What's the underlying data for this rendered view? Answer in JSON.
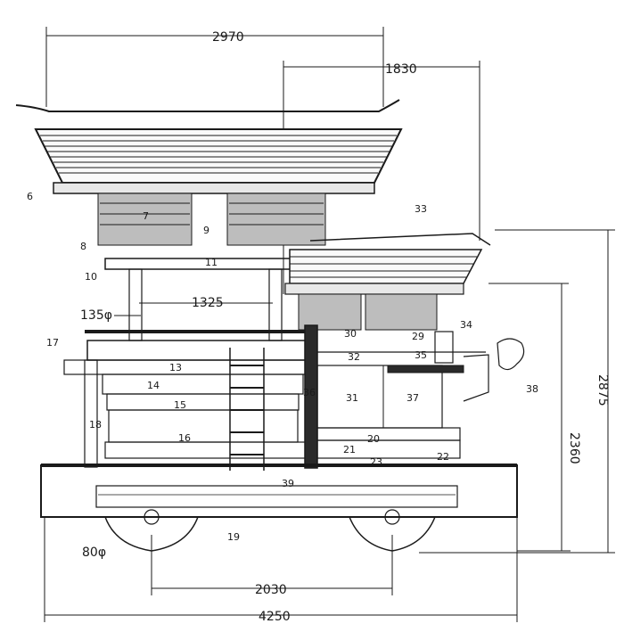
{
  "dimensions": {
    "top_width": "2970",
    "upper_right": "1830",
    "inner_span": "1325",
    "post": "135φ",
    "axle_span": "2030",
    "total_width": "4250",
    "wheel": "80φ",
    "height_lower": "2360",
    "height_total": "2875"
  },
  "parts": [
    "6",
    "7",
    "8",
    "9",
    "10",
    "11",
    "13",
    "14",
    "15",
    "16",
    "17",
    "18",
    "19",
    "20",
    "21",
    "22",
    "23",
    "29",
    "30",
    "31",
    "32",
    "33",
    "34",
    "35",
    "36",
    "37",
    "38",
    "39"
  ]
}
